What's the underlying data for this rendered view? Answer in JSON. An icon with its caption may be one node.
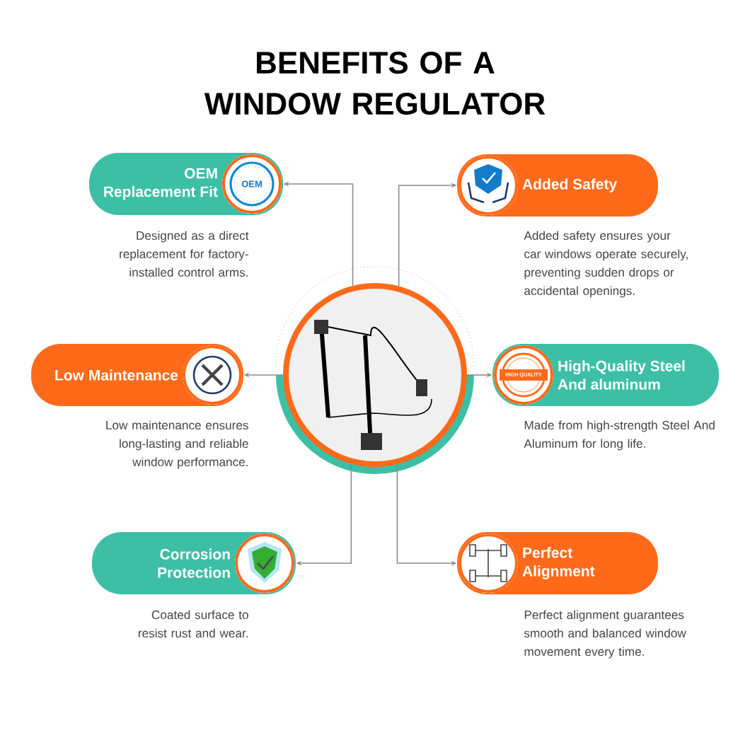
{
  "diagram": {
    "title": "BENEFITS OF A WINDOW REGULATOR",
    "nodes": [
      {
        "text": [],
        "shape": "picture"
      },
      {
        "text": [
          "OEM Replacement Fit"
        ],
        "beside": [
          "Designed as a direct replacement for factory-installed control arms."
        ]
      },
      {
        "text": [
          "Added Safety"
        ],
        "beside": [
          "Added safety ensures your car windows operate securely, preventing sudden drops or accidental openings."
        ]
      },
      {
        "text": [
          "Low Maintenance"
        ],
        "beside": [
          "Low maintenance ensures long-lasting and reliable window performance."
        ]
      },
      {
        "text": [
          "High-Quality Steel And aluminum"
        ],
        "beside": [
          "Made from high-strength Steel And Aluminum for long life."
        ]
      },
      {
        "text": [
          "Corrosion Protection"
        ],
        "beside": [
          "Coated surface to resist rust and wear."
        ]
      },
      {
        "text": [
          "Perfect Alignment"
        ],
        "beside": [
          "Perfect alignment guarantees smooth and balanced window movement every time."
        ]
      }
    ],
    "edges": [
      {
        "from": 0,
        "to": 1,
        "arrow": "to"
      },
      {
        "from": 0,
        "to": 2,
        "arrow": "to"
      },
      {
        "from": 0,
        "to": 3,
        "arrow": "to"
      },
      {
        "from": 0,
        "to": 4,
        "arrow": "to"
      },
      {
        "from": 0,
        "to": 5,
        "arrow": "to"
      },
      {
        "from": 0,
        "to": 6,
        "arrow": "to"
      }
    ],
    "labels": [
      "OEM",
      "HIGH QUALITY"
    ]
  }
}
